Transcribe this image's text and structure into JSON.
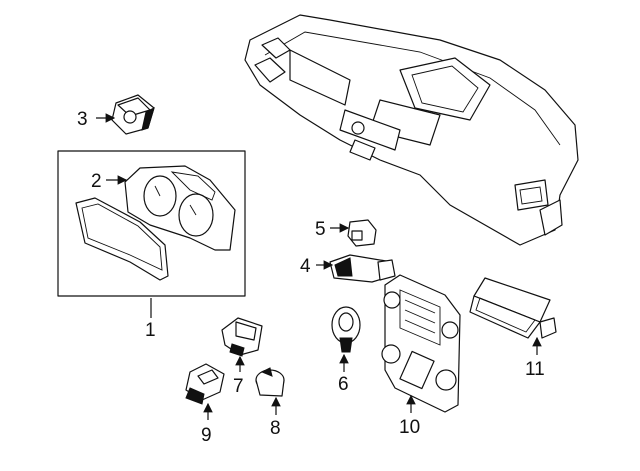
{
  "callouts": [
    {
      "id": "c1",
      "text": "1"
    },
    {
      "id": "c2",
      "text": "2"
    },
    {
      "id": "c3",
      "text": "3"
    },
    {
      "id": "c4",
      "text": "4"
    },
    {
      "id": "c5",
      "text": "5"
    },
    {
      "id": "c6",
      "text": "6"
    },
    {
      "id": "c7",
      "text": "7"
    },
    {
      "id": "c8",
      "text": "8"
    },
    {
      "id": "c9",
      "text": "9"
    },
    {
      "id": "c10",
      "text": "10"
    },
    {
      "id": "c11",
      "text": "11"
    }
  ],
  "colors": {
    "line": "#111111",
    "background": "#ffffff"
  }
}
